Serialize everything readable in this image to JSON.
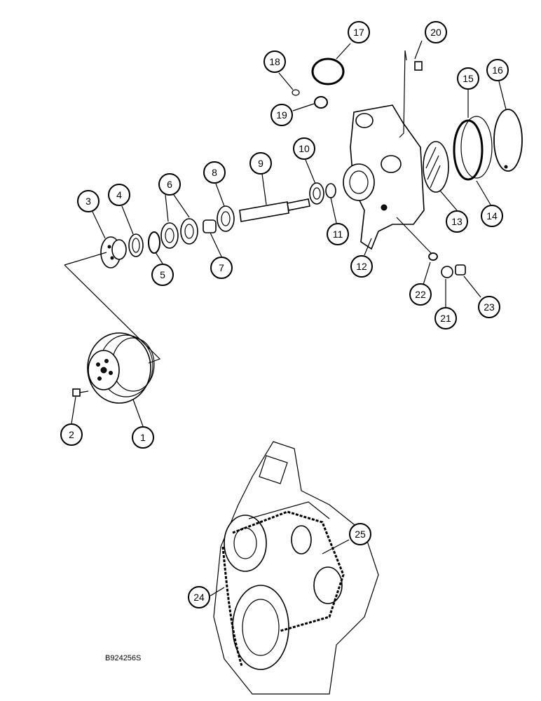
{
  "figure_id": "B924256S",
  "callouts": [
    "1",
    "2",
    "3",
    "4",
    "5",
    "6",
    "7",
    "8",
    "9",
    "10",
    "11",
    "12",
    "13",
    "14",
    "15",
    "16",
    "17",
    "18",
    "19",
    "20",
    "21",
    "22",
    "23",
    "24",
    "25"
  ]
}
